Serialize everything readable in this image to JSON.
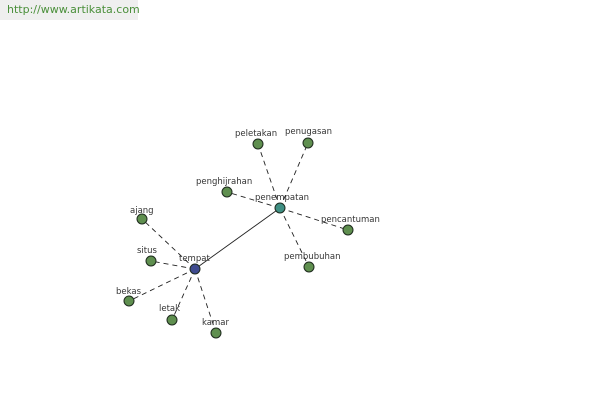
{
  "source_url": "http://www.artikata.com",
  "colors": {
    "leaf_node": "#5f8f4f",
    "hub_primary": "#3f4b8f",
    "hub_secondary": "#3f8f83",
    "edge": "#222222",
    "url_text": "#4a8f3a"
  },
  "graph": {
    "hubs": [
      {
        "id": "tempat",
        "label": "tempat"
      },
      {
        "id": "penempatan",
        "label": "penempatan"
      }
    ],
    "hub_link": {
      "from": "tempat",
      "to": "penempatan"
    },
    "tempat_children": [
      "ajang",
      "situs",
      "bekas",
      "letak",
      "kamar"
    ],
    "penempatan_children": [
      "peletakan",
      "penugasan",
      "penghijrahan",
      "pencantuman",
      "pembubuhan"
    ]
  }
}
